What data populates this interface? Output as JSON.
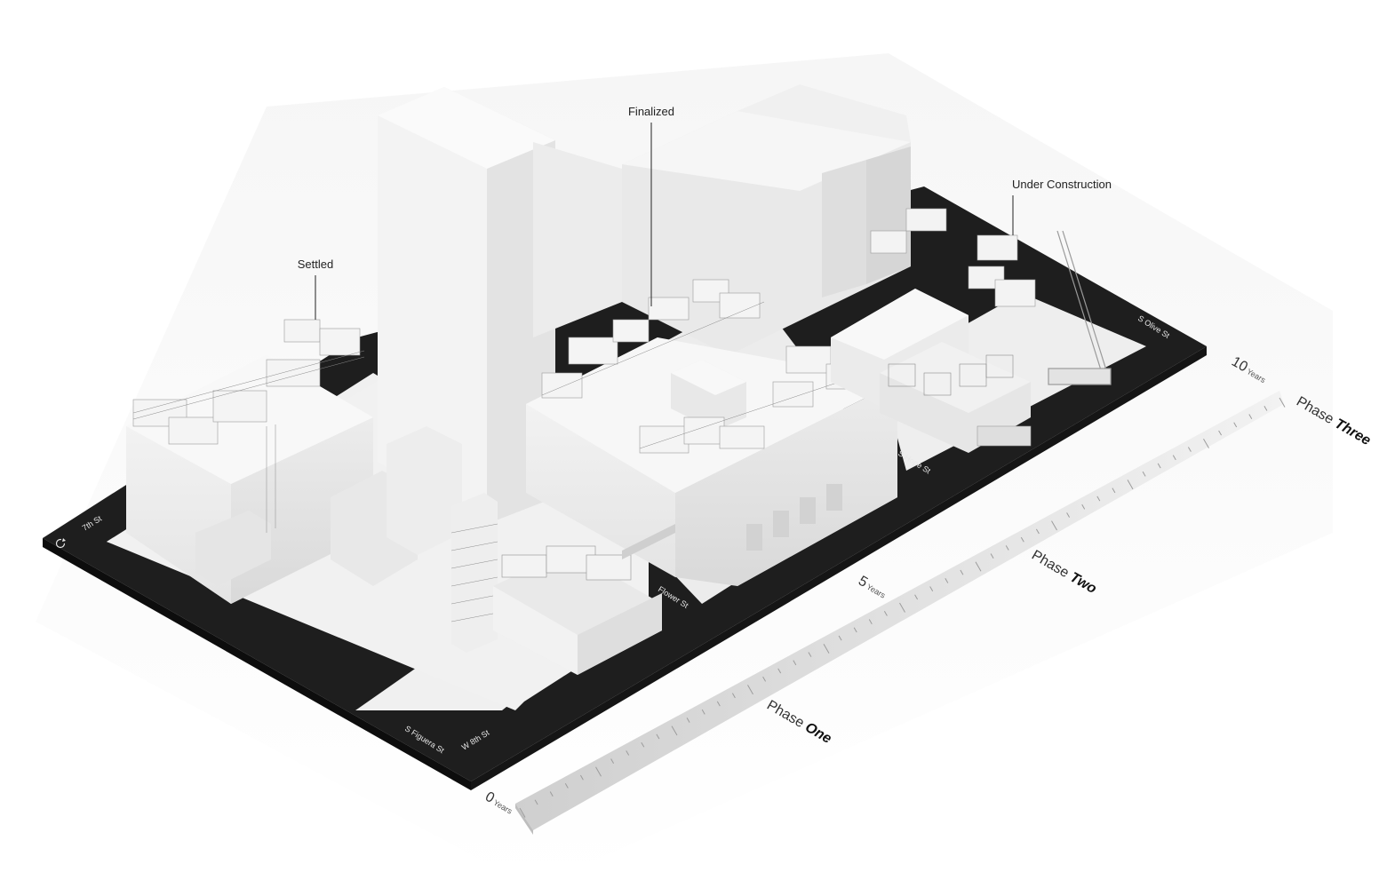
{
  "callouts": {
    "settled": "Settled",
    "finalized": "Finalized",
    "under_construction": "Under Construction"
  },
  "streets": {
    "seventh": "7th St",
    "figueroa": "S Figuera St",
    "eighth": "W 8th St",
    "flower": "Flower St",
    "hope": "S Hope St",
    "olive": "S Olive St"
  },
  "timeline": {
    "ticks": [
      {
        "value": "0",
        "unit": "Years"
      },
      {
        "value": "5",
        "unit": "Years"
      },
      {
        "value": "10",
        "unit": "Years"
      }
    ],
    "phases": [
      {
        "prefix": "Phase ",
        "name": "One"
      },
      {
        "prefix": "Phase ",
        "name": "Two"
      },
      {
        "prefix": "Phase ",
        "name": "Three"
      }
    ]
  },
  "icons": {
    "corner": "refresh-icon"
  }
}
